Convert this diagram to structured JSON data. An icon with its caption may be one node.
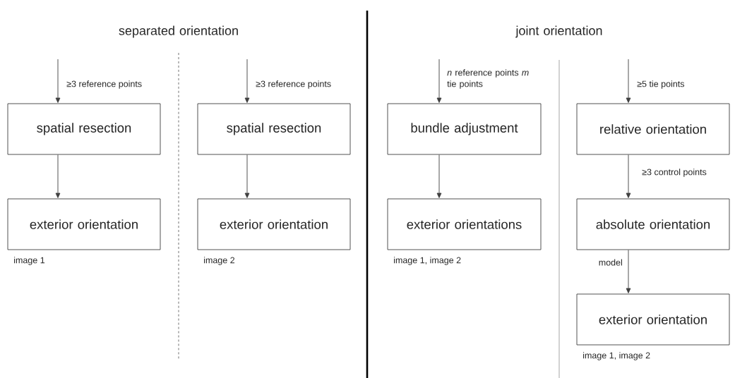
{
  "diagram": {
    "nodes": [
      {
        "text": [
          "spatial resection"
        ]
      },
      {
        "text": [
          "exterior orientation"
        ],
        "beside": [
          "image 1"
        ]
      },
      {
        "text": [
          "spatial resection"
        ]
      },
      {
        "text": [
          "exterior orientation"
        ],
        "beside": [
          "image 2"
        ]
      },
      {
        "text": [
          "bundle adjustment"
        ]
      },
      {
        "text": [
          "exterior orientations"
        ],
        "beside": [
          "image 1, image 2"
        ]
      },
      {
        "text": [
          "relative orientation"
        ]
      },
      {
        "text": [
          "absolute orientation"
        ]
      },
      {
        "text": [
          "exterior orientation"
        ],
        "beside": [
          "image 1, image 2"
        ]
      }
    ],
    "edges": [
      {
        "from": null,
        "to": 0,
        "arrow": "to",
        "label": "≥3 reference points"
      },
      {
        "from": 0,
        "to": 1,
        "arrow": "to"
      },
      {
        "from": null,
        "to": 2,
        "arrow": "to",
        "label": "≥3 reference points"
      },
      {
        "from": 2,
        "to": 3,
        "arrow": "to"
      },
      {
        "from": null,
        "to": 4,
        "arrow": "to",
        "label": "*n* reference points *m* tie points"
      },
      {
        "from": 4,
        "to": 5,
        "arrow": "to"
      },
      {
        "from": null,
        "to": 6,
        "arrow": "to",
        "label": "≥5 tie points"
      },
      {
        "from": 6,
        "to": 7,
        "arrow": "to",
        "label": "≥3 control points"
      },
      {
        "from": 7,
        "to": 8,
        "arrow": "to",
        "label": "model"
      }
    ],
    "labels": [
      "separated orientation",
      "joint orientation"
    ]
  }
}
